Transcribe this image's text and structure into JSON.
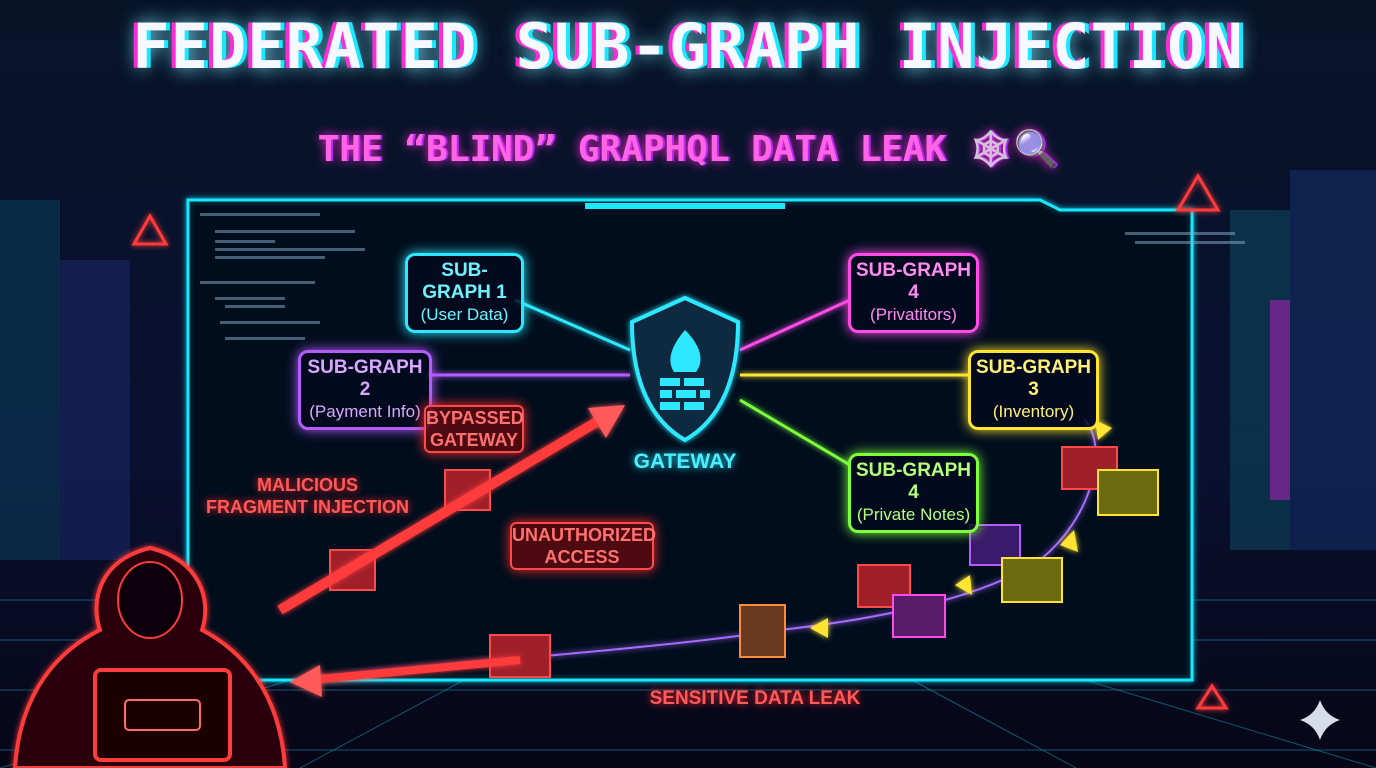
{
  "title": "FEDERATED SUB-GRAPH INJECTION",
  "subtitle": "THE “BLIND” GRAPHQL DATA LEAK",
  "subtitle_icons": [
    "spider-web-icon",
    "magnifying-glass-icon"
  ],
  "gateway": {
    "label": "GATEWAY",
    "icon": "firewall-shield-icon"
  },
  "nodes": [
    {
      "name": "SUB-GRAPH 1",
      "desc": "(User Data)",
      "color": "#2ee8ff"
    },
    {
      "name": "SUB-GRAPH 2",
      "desc": "(Payment Info)",
      "color": "#b45cff"
    },
    {
      "name": "SUB-GRAPH 4",
      "desc": "(Privatitors)",
      "color": "#ff4be8"
    },
    {
      "name": "SUB-GRAPH 3",
      "desc": "(Inventory)",
      "color": "#ffe433"
    },
    {
      "name": "SUB-GRAPH 4",
      "desc": "(Private Notes)",
      "color": "#7dff3a"
    }
  ],
  "callouts": {
    "bypassed": "BYPASSED GATEWAY",
    "unauthorized": "UNAUTHORIZED ACCESS",
    "malicious": "MALICIOUS FRAGMENT INJECTION",
    "leak": "SENSITIVE DATA LEAK"
  },
  "colors": {
    "attack": "#ff3a3a",
    "frame": "#19e8ff",
    "background": "#050818"
  }
}
